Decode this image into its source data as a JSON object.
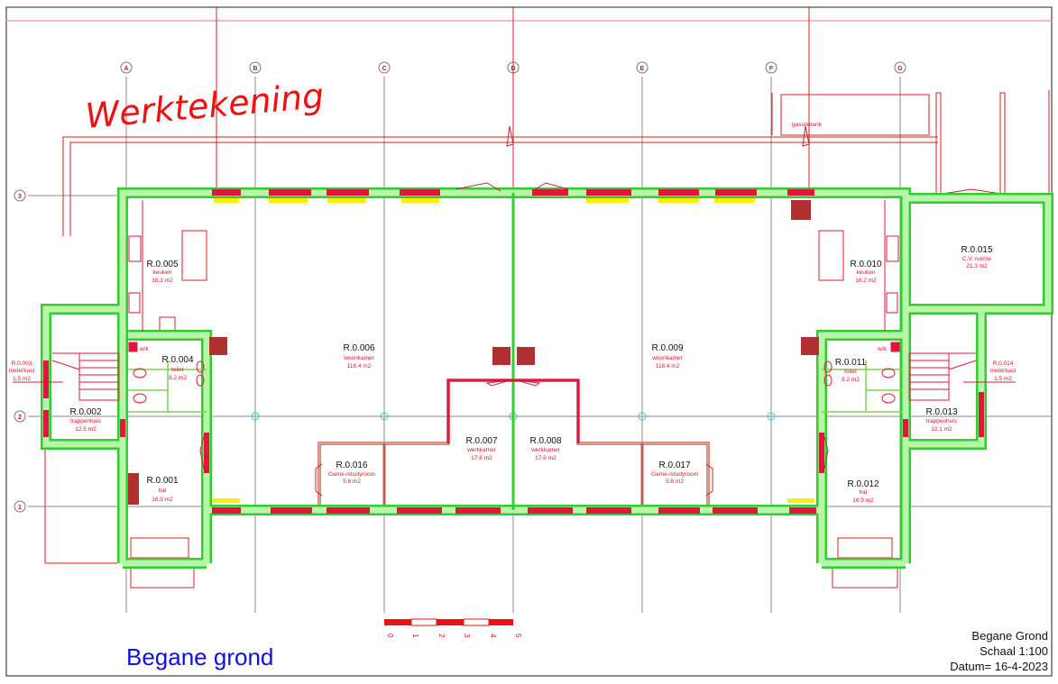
{
  "drawing": {
    "watermark": "Werktekening",
    "plan_title": "Begane grond",
    "title_block": {
      "floor": "Begane Grond",
      "scale": "Schaal 1:100",
      "date": "Datum= 16-4-2023"
    }
  },
  "grid": {
    "columns": [
      "A",
      "B",
      "C",
      "D",
      "E",
      "F",
      "G"
    ],
    "rows": [
      "3",
      "2",
      "1"
    ]
  },
  "scale_bar": {
    "ticks": [
      "0",
      "1",
      "2",
      "3",
      "4",
      "5"
    ]
  },
  "annotations": {
    "tank": "gasolietank",
    "wk_left": "w/k",
    "wk_right": "w/k"
  },
  "rooms": [
    {
      "id": "R.0.001",
      "name": "hal",
      "area": "16.9 m2"
    },
    {
      "id": "R.0.002",
      "name": "trappenhuis",
      "area": "12.5 m2"
    },
    {
      "id": "R.0.003",
      "name": "meterkast",
      "area": "1.5 m2"
    },
    {
      "id": "R.0.004",
      "name": "toilet",
      "area": "8.2 m2"
    },
    {
      "id": "R.0.005",
      "name": "keuken",
      "area": "16.2 m2"
    },
    {
      "id": "R.0.006",
      "name": "woonkamer",
      "area": "118.4 m2"
    },
    {
      "id": "R.0.007",
      "name": "werkkamer",
      "area": "17.6 m2"
    },
    {
      "id": "R.0.008",
      "name": "werkkamer",
      "area": "17.6 m2"
    },
    {
      "id": "R.0.009",
      "name": "woonkamer",
      "area": "118.4 m2"
    },
    {
      "id": "R.0.010",
      "name": "keuken",
      "area": "16.2 m2"
    },
    {
      "id": "R.0.011",
      "name": "toilet",
      "area": "8.2 m2"
    },
    {
      "id": "R.0.012",
      "name": "hal",
      "area": "16.9 m2"
    },
    {
      "id": "R.0.013",
      "name": "trappenhuis",
      "area": "12.1 m2"
    },
    {
      "id": "R.0.014",
      "name": "meterkast",
      "area": "1.5 m2"
    },
    {
      "id": "R.0.015",
      "name": "C.V. ruimte",
      "area": "21.3 m2"
    },
    {
      "id": "R.0.016",
      "name": "Game-/studyroom",
      "area": "5.6 m2"
    },
    {
      "id": "R.0.017",
      "name": "Game-/studyroom",
      "area": "5.6 m2"
    }
  ],
  "colors": {
    "wall_outer": "#33cc33",
    "wall_inner": "#b8f5a8",
    "window": "#e0163c",
    "sill": "#ffee00",
    "line_red": "#d42020",
    "grid": "#888888",
    "plan_title": "#1010e0"
  }
}
